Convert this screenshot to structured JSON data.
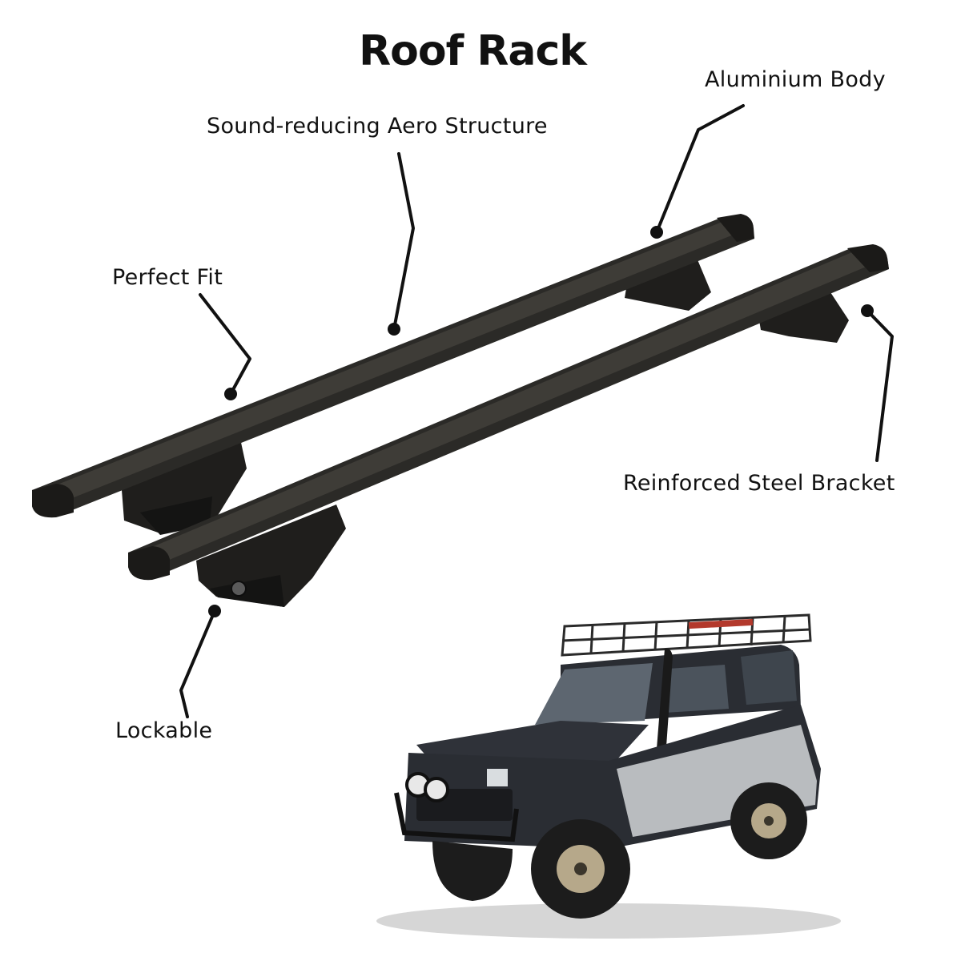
{
  "title": "Roof Rack",
  "labels": {
    "aluminium_body": "Aluminium Body",
    "aero_structure": "Sound-reducing Aero Structure",
    "perfect_fit": "Perfect Fit",
    "steel_bracket": "Reinforced Steel Bracket",
    "lockable": "Lockable"
  },
  "colors": {
    "bar": "#2b2a27",
    "bar_highlight": "#47453f",
    "foot": "#1f1e1c",
    "callout_line": "#111111",
    "vehicle_body": "#2a2d33",
    "vehicle_silver": "#b9bcbf"
  }
}
